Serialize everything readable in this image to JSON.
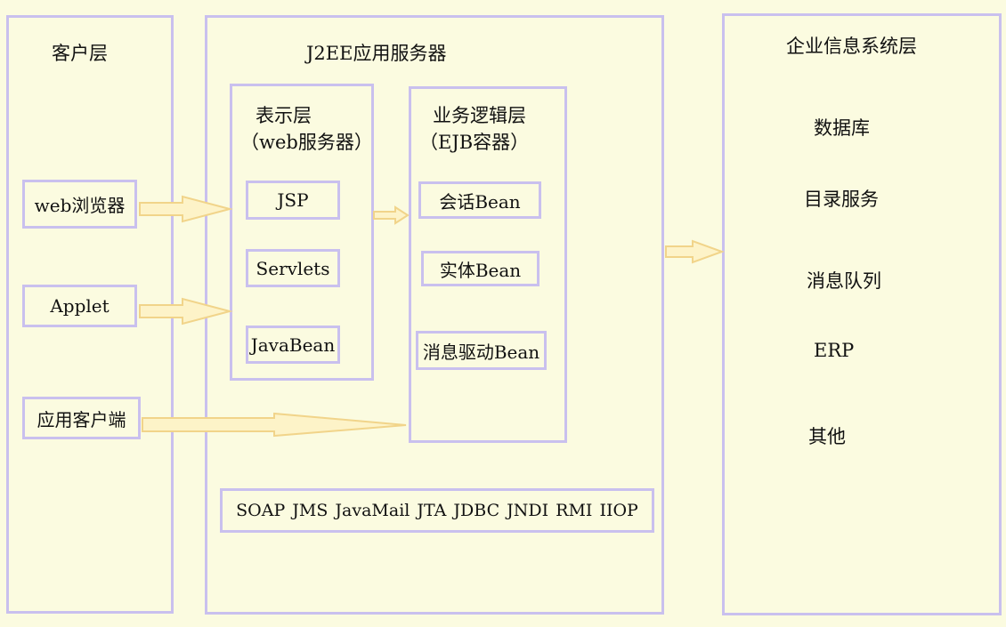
{
  "colors": {
    "background": "#fbfbe0",
    "box_border": "#c9c0ee",
    "arrow_stroke": "#f1d48a",
    "arrow_fill": "#fdf3c8"
  },
  "client_tier": {
    "title": "客户层",
    "items": [
      "web浏览器",
      "Applet",
      "应用客户端"
    ]
  },
  "server_tier": {
    "title": "J2EE应用服务器",
    "presentation": {
      "title": "表示层",
      "subtitle": "（web服务器）",
      "items": [
        "JSP",
        "Servlets",
        "JavaBean"
      ]
    },
    "business": {
      "title": "业务逻辑层",
      "subtitle": "（EJB容器）",
      "items": [
        "会话Bean",
        "实体Bean",
        "消息驱动Bean"
      ]
    },
    "services": "SOAP JMS JavaMail JTA JDBC JNDI RMI IIOP"
  },
  "eis_tier": {
    "title": "企业信息系统层",
    "items": [
      "数据库",
      "目录服务",
      "消息队列",
      "ERP",
      "其他"
    ]
  }
}
